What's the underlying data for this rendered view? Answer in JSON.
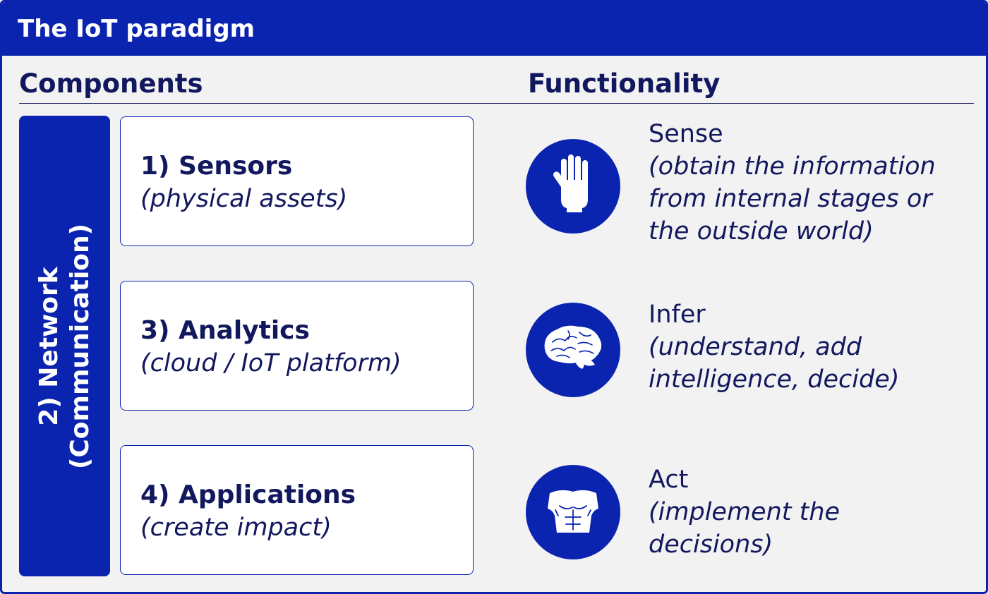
{
  "title": "The IoT paradigm",
  "headings": {
    "components": "Components",
    "functionality": "Functionality"
  },
  "network": {
    "line1": "2) Network",
    "line2": "(Communication)"
  },
  "components": [
    {
      "title": "1) Sensors",
      "subtitle": "(physical assets)"
    },
    {
      "title": "3) Analytics",
      "subtitle": "(cloud / IoT platform)"
    },
    {
      "title": "4) Applications",
      "subtitle": "(create impact)"
    }
  ],
  "functions": [
    {
      "label": "Sense",
      "icon": "hand-icon",
      "desc": [
        "(obtain the information",
        "from internal stages or",
        "the outside world)"
      ]
    },
    {
      "label": "Infer",
      "icon": "brain-icon",
      "desc": [
        "(understand, add",
        "intelligence, decide)"
      ]
    },
    {
      "label": "Act",
      "icon": "torso-icon",
      "desc": [
        "(implement the",
        "decisions)"
      ]
    }
  ],
  "colors": {
    "primary": "#0a24b0",
    "text": "#12185e",
    "background": "#f2f2f2",
    "box": "#ffffff"
  }
}
